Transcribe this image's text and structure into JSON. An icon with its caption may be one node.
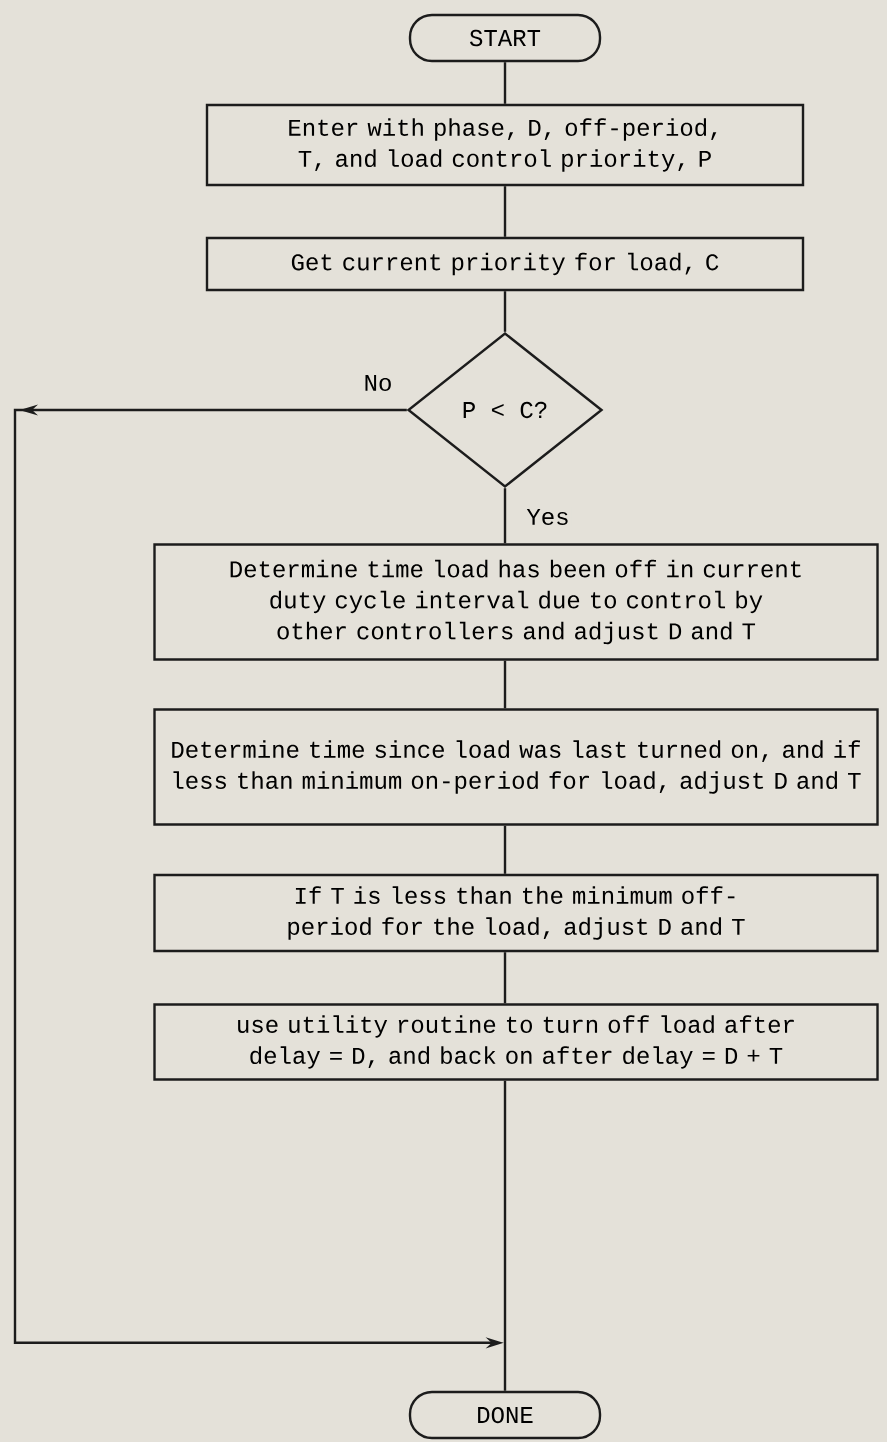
{
  "diagram": {
    "nodes": [
      {
        "text": [
          "START"
        ]
      },
      {
        "text": [
          "Enter with phase, D, off-period, T, and load control priority, P"
        ]
      },
      {
        "text": [
          "Get current priority for load, C"
        ]
      },
      {
        "text": [
          "P < C?"
        ]
      },
      {
        "text": [
          "Determine time load has been off in current duty cycle interval due to control by other controllers and adjust D and T"
        ]
      },
      {
        "text": [
          "Determine time since load was last turned on, and if less than minimum on-period for load, adjust D and T"
        ]
      },
      {
        "text": [
          "If T is less than the minimum off-period for the load, adjust D and T"
        ]
      },
      {
        "text": [
          "use utility routine to turn off load after delay = D, and back on after delay = D + T"
        ]
      },
      {
        "text": [
          "DONE"
        ]
      }
    ],
    "edges": [
      {
        "from": 0,
        "to": 1,
        "arrow": "none"
      },
      {
        "from": 1,
        "to": 2,
        "arrow": "none"
      },
      {
        "from": 2,
        "to": 3,
        "arrow": "none"
      },
      {
        "from": 3,
        "to": 4,
        "arrow": "none",
        "label": "Yes"
      },
      {
        "from": 4,
        "to": 5,
        "arrow": "none"
      },
      {
        "from": 5,
        "to": 6,
        "arrow": "none"
      },
      {
        "from": 6,
        "to": 7,
        "arrow": "none"
      },
      {
        "from": 7,
        "to": 8,
        "arrow": "none"
      },
      {
        "from": 3,
        "to": 8,
        "arrow": "to",
        "label": "No"
      }
    ]
  }
}
